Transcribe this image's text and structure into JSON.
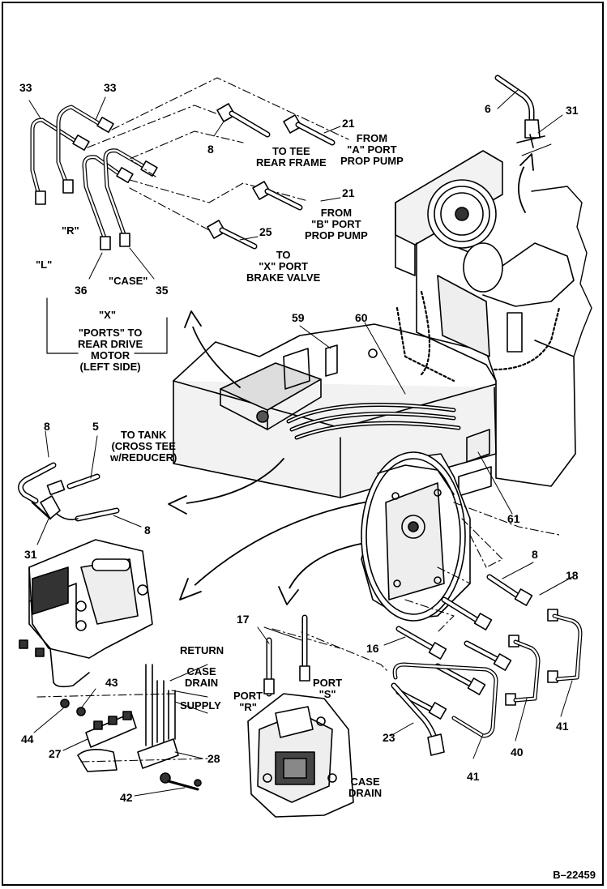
{
  "figure_ref": "B–22459",
  "colors": {
    "ink": "#000000",
    "paper": "#ffffff",
    "fill": "#e6e6e6",
    "shade": "#b5b5b5"
  },
  "part_numbers": {
    "n33a": "33",
    "n33b": "33",
    "n6": "6",
    "n31a": "31",
    "n21a": "21",
    "n8a": "8",
    "n21b": "21",
    "n25": "25",
    "n36": "36",
    "n35": "35",
    "n59": "59",
    "n60": "60",
    "n8b": "8",
    "n5": "5",
    "n31b": "31",
    "n8c": "8",
    "n61": "61",
    "n8d": "8",
    "n18": "18",
    "n17": "17",
    "n16": "16",
    "n43": "43",
    "n44": "44",
    "n27": "27",
    "n28": "28",
    "n42": "42",
    "n23": "23",
    "n41a": "41",
    "n40": "40",
    "n41b": "41"
  },
  "callouts": {
    "from_a_port": "FROM\n\"A\" PORT\nPROP PUMP",
    "to_tee_rear_frame": "TO TEE\nREAR FRAME",
    "from_b_port": "FROM\n\"B\" PORT\nPROP PUMP",
    "to_x_port": "TO\n\"X\" PORT\nBRAKE VALVE",
    "port_r_label": "\"R\"",
    "port_l_label": "\"L\"",
    "port_case_label": "\"CASE\"",
    "port_x_label": "\"X\"",
    "ports_to_motor": "\"PORTS\" TO\nREAR DRIVE\nMOTOR\n(LEFT SIDE)",
    "to_tank": "TO TANK\n(CROSS TEE\nw/REDUCER)",
    "return": "RETURN",
    "case_drain_a": "CASE\nDRAIN",
    "supply": "SUPPLY",
    "port_r_pump": "PORT\n\"R\"",
    "port_s_pump": "PORT\n\"S\"",
    "case_drain_b": "CASE\nDRAIN"
  }
}
